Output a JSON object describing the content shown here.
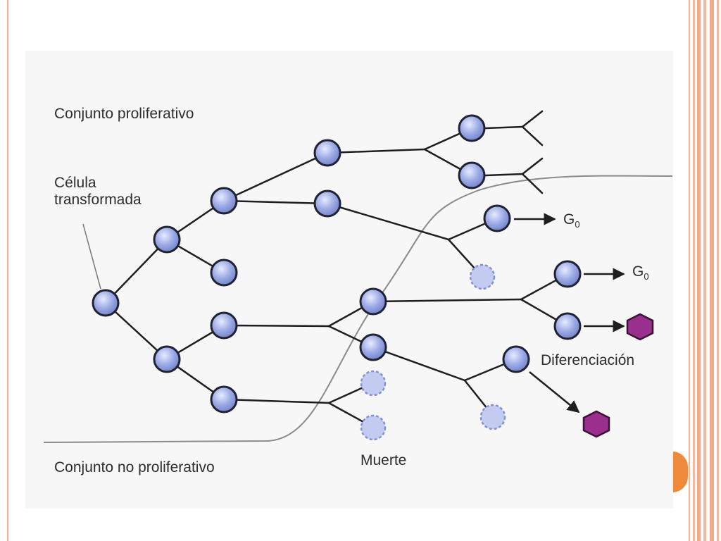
{
  "labels": {
    "proliferative_pool": "Conjunto proliferativo",
    "transformed_cell_line1": "Célula",
    "transformed_cell_line2": "transformada",
    "non_proliferative_pool": "Conjunto no proliferativo",
    "death": "Muerte",
    "g0_main": "G",
    "g0_sub": "0",
    "differentiation": "Diferenciación"
  },
  "colors": {
    "cell_fill": "#9aa8e4",
    "cell_stroke": "#1e2233",
    "dead_cell_fill": "#b8c4ee",
    "differentiated_fill": "#9a2f8e",
    "line": "#1e1e1e",
    "accent": "#ef8a3c",
    "border": "#f4b49a"
  }
}
